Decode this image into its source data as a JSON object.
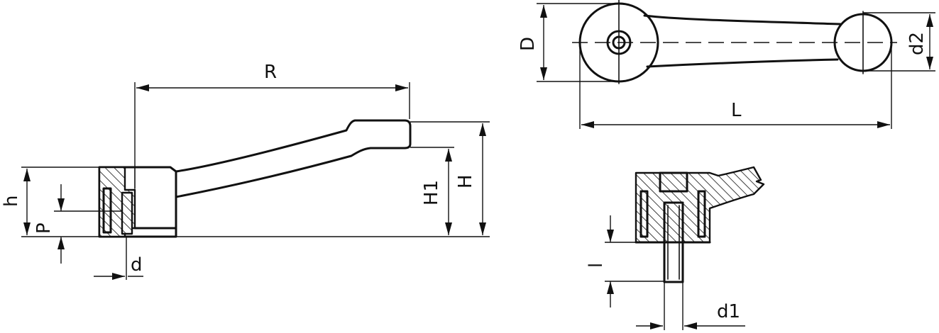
{
  "labels": {
    "R": "R",
    "h": "h",
    "P": "P",
    "d": "d",
    "H1": "H1",
    "H": "H",
    "D": "D",
    "L": "L",
    "d2": "d2",
    "l": "l",
    "d1": "d1"
  },
  "colors": {
    "line": "#111111",
    "background": "#ffffff"
  }
}
